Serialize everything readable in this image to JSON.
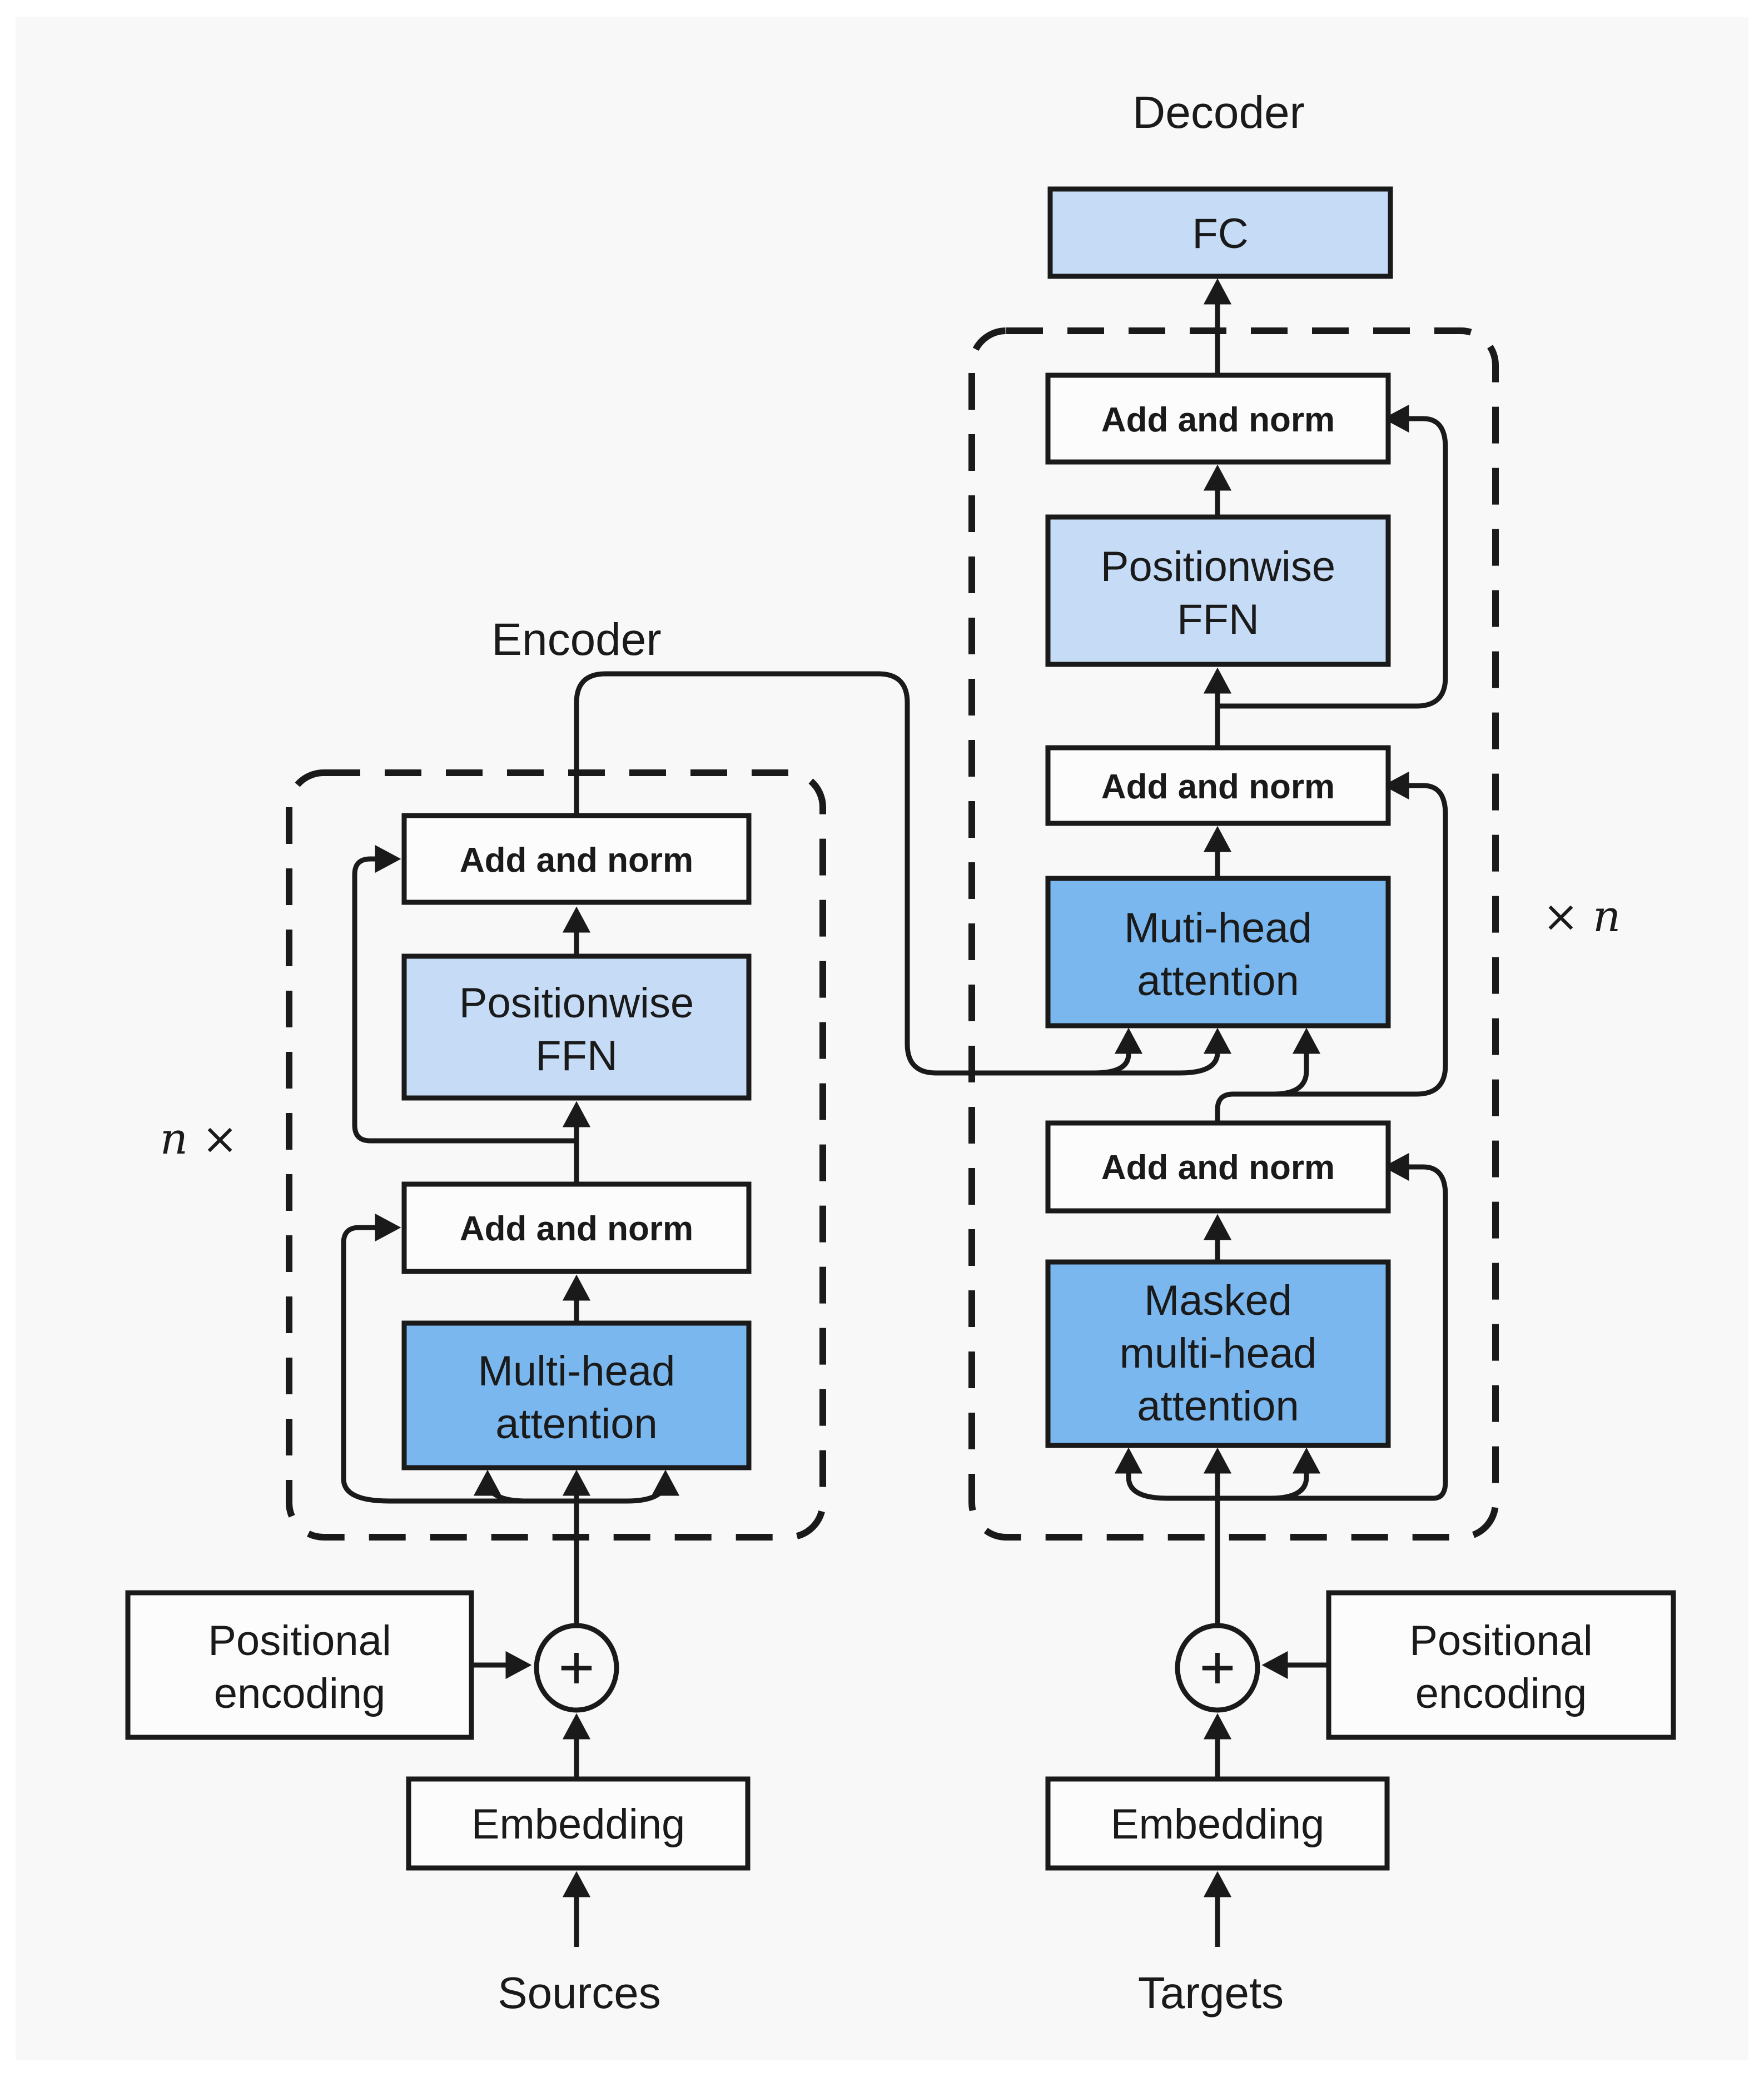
{
  "colors": {
    "page_frame": "#ffffff",
    "background": "#f8f8f8",
    "line": "#1a1a1a",
    "text": "#1a1a1a",
    "attention_blue": "#7ab7ee",
    "ffn_light_blue": "#c6dcf6",
    "plain_box": "#fcfcfc"
  },
  "titles": {
    "encoder": "Encoder",
    "decoder": "Decoder"
  },
  "repeat_labels": {
    "encoder_left": "n ×",
    "decoder_right": "× n"
  },
  "io": {
    "sources": "Sources",
    "targets": "Targets",
    "plus": "+"
  },
  "encoder": {
    "add_and_norm_top": "Add and norm",
    "positionwise_ffn": [
      "Positionwise",
      "FFN"
    ],
    "add_and_norm_bottom": "Add and norm",
    "multi_head_attention": [
      "Multi-head",
      "attention"
    ],
    "positional_encoding": [
      "Positional",
      "encoding"
    ],
    "embedding": "Embedding"
  },
  "decoder": {
    "fc": "FC",
    "add_and_norm_top": "Add and norm",
    "positionwise_ffn": [
      "Positionwise",
      "FFN"
    ],
    "add_and_norm_middle": "Add and norm",
    "muti_head_attention": [
      "Muti-head",
      "attention"
    ],
    "add_and_norm_bottom": "Add and norm",
    "masked_multi_head_attention": [
      "Masked",
      "multi-head",
      "attention"
    ],
    "positional_encoding": [
      "Positional",
      "encoding"
    ],
    "embedding": "Embedding"
  }
}
